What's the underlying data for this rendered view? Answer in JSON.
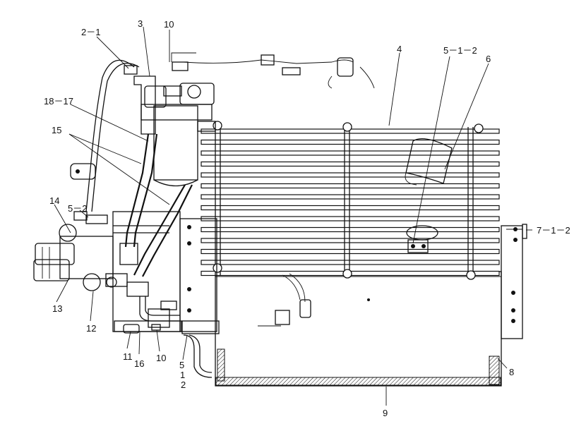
{
  "diagram": {
    "callouts": {
      "c_2_1": "2－1",
      "c_3": "3",
      "c_10_top": "10",
      "c_4": "4",
      "c_5_1_2": "5－1－2",
      "c_6": "6",
      "c_18_17": "18－17",
      "c_15": "15",
      "c_14": "14",
      "c_5_2": "5－2",
      "c_7_1_2": "7－1－2",
      "c_13": "13",
      "c_12": "12",
      "c_11": "11",
      "c_16": "16",
      "c_10_bottom": "10",
      "c_5": "5",
      "c_1": "1",
      "c_2": "2",
      "c_8": "8",
      "c_9": "9"
    }
  }
}
